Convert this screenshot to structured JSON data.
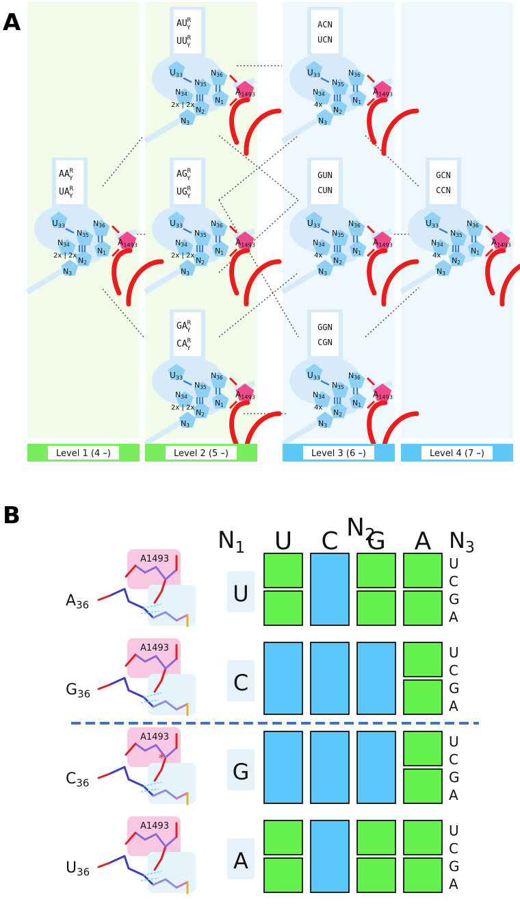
{
  "panel_a": {
    "label": "A",
    "levels": [
      {
        "label": "Level 1 (4",
        "suffix": ")",
        "color": "#79ed5b"
      },
      {
        "label": "Level 2 (5",
        "suffix": ")",
        "color": "#79ed5b"
      },
      {
        "label": "Level 3 (6",
        "suffix": ")",
        "color": "#5ec8f7"
      },
      {
        "label": "Level 4 (7",
        "suffix": ")",
        "color": "#5ec8f7"
      }
    ],
    "level_tick_color": "#1f63c4",
    "bg_colors": {
      "green": "#f2fbe9",
      "blue": "#eef8fd"
    },
    "colors": {
      "pentagon": "#8fd1f2",
      "cloud": "#d7eafa",
      "a1493": "#f0498c",
      "red": "#ec1c1c",
      "bond": "#3a7fd1"
    },
    "nodes": [
      {
        "codon_a": "AA",
        "codon_b": "UA",
        "sup": "R",
        "sub": "Y",
        "u33": "U",
        "u33n": "33",
        "n34": "N",
        "n34n": "34",
        "n35": "N",
        "n35n": "35",
        "n36": "N",
        "n36n": "36",
        "n1": "N",
        "n1n": "1",
        "n2": "N",
        "n2n": "2",
        "n3": "N",
        "n3n": "3",
        "a": "A",
        "an": "1493",
        "mult": "2x | 2x",
        "bonds": 2
      },
      {
        "codon_a": "AU",
        "codon_b": "UU",
        "sup": "R",
        "sub": "Y",
        "u33": "U",
        "u33n": "33",
        "n34": "N",
        "n34n": "34",
        "n35": "N",
        "n35n": "35",
        "n36": "N",
        "n36n": "36",
        "n1": "N",
        "n1n": "1",
        "n2": "N",
        "n2n": "2",
        "n3": "N",
        "n3n": "3",
        "a": "A",
        "an": "1493",
        "mult": "2x | 2x",
        "bonds": 2
      },
      {
        "codon_a": "AG",
        "codon_b": "UG",
        "sup": "R",
        "sub": "Y",
        "u33": "U",
        "u33n": "33",
        "n34": "N",
        "n34n": "34",
        "n35": "N",
        "n35n": "35",
        "n36": "N",
        "n36n": "36",
        "n1": "N",
        "n1n": "1",
        "n2": "N",
        "n2n": "2",
        "n3": "N",
        "n3n": "3",
        "a": "A",
        "an": "1493",
        "mult": "2x | 2x",
        "bonds": 2
      },
      {
        "codon_a": "GA",
        "codon_b": "CA",
        "sup": "R",
        "sub": "Y",
        "u33": "U",
        "u33n": "33",
        "n34": "N",
        "n34n": "34",
        "n35": "N",
        "n35n": "35",
        "n36": "N",
        "n36n": "36",
        "n1": "N",
        "n1n": "1",
        "n2": "N",
        "n2n": "2",
        "n3": "N",
        "n3n": "3",
        "a": "A",
        "an": "1493",
        "mult": "2x | 2x",
        "bonds": 3
      },
      {
        "codon_a": "ACN",
        "codon_b": "UCN",
        "sup": "",
        "sub": "",
        "u33": "U",
        "u33n": "33",
        "n34": "N",
        "n34n": "34",
        "n35": "N",
        "n35n": "35",
        "n36": "N",
        "n36n": "36",
        "n1": "N",
        "n1n": "1",
        "n2": "N",
        "n2n": "2",
        "n3": "N",
        "n3n": "3",
        "a": "A",
        "an": "1493",
        "mult": "4x",
        "bonds": 3
      },
      {
        "codon_a": "GUN",
        "codon_b": "CUN",
        "sup": "",
        "sub": "",
        "u33": "U",
        "u33n": "33",
        "n34": "N",
        "n34n": "34",
        "n35": "N",
        "n35n": "35",
        "n36": "N",
        "n36n": "36",
        "n1": "N",
        "n1n": "1",
        "n2": "N",
        "n2n": "2",
        "n3": "N",
        "n3n": "3",
        "a": "A",
        "an": "1493",
        "mult": "4x",
        "bonds": 3
      },
      {
        "codon_a": "GGN",
        "codon_b": "CGN",
        "sup": "",
        "sub": "",
        "u33": "U",
        "u33n": "33",
        "n34": "N",
        "n34n": "34",
        "n35": "N",
        "n35n": "35",
        "n36": "N",
        "n36n": "36",
        "n1": "N",
        "n1n": "1",
        "n2": "N",
        "n2n": "2",
        "n3": "N",
        "n3n": "3",
        "a": "A",
        "an": "1493",
        "mult": "4x",
        "bonds": 3
      },
      {
        "codon_a": "GCN",
        "codon_b": "CCN",
        "sup": "",
        "sub": "",
        "u33": "U",
        "u33n": "33",
        "n34": "N",
        "n34n": "34",
        "n35": "N",
        "n35n": "35",
        "n36": "N",
        "n36n": "36",
        "n1": "N",
        "n1n": "1",
        "n2": "N",
        "n2n": "2",
        "n3": "N",
        "n3n": "3",
        "a": "A",
        "an": "1493",
        "mult": "4x",
        "bonds": 3
      }
    ],
    "edges": [
      [
        0,
        1
      ],
      [
        0,
        2
      ],
      [
        0,
        3
      ],
      [
        1,
        4
      ],
      [
        1,
        5
      ],
      [
        2,
        4
      ],
      [
        2,
        6
      ],
      [
        3,
        5
      ],
      [
        3,
        6
      ],
      [
        4,
        7
      ],
      [
        5,
        7
      ],
      [
        6,
        7
      ],
      [
        1,
        5
      ],
      [
        2,
        5
      ]
    ]
  },
  "panel_b": {
    "label": "B",
    "n2_main": "N",
    "n2_sub": "2",
    "n1_main": "N",
    "n1_sub": "1",
    "n3_main": "N",
    "n3_sub": "3",
    "col_letters": [
      "U",
      "C",
      "G",
      "A"
    ],
    "third_letters": [
      "U",
      "C",
      "G",
      "A"
    ],
    "green": "#66f24d",
    "blue": "#5bc8fb",
    "divider_color": "#3f74c4",
    "rows": [
      {
        "letter": "U",
        "residue": "A",
        "residue_num": "36",
        "label": "A1493",
        "cells": [
          "split-green",
          "blue",
          "split-green",
          "split-green"
        ]
      },
      {
        "letter": "C",
        "residue": "G",
        "residue_num": "36",
        "label": "A1493",
        "cells": [
          "blue",
          "blue",
          "blue",
          "split-green"
        ]
      },
      {
        "letter": "G",
        "residue": "C",
        "residue_num": "36",
        "label": "A1493",
        "cells": [
          "blue",
          "blue",
          "blue",
          "split-green"
        ]
      },
      {
        "letter": "A",
        "residue": "U",
        "residue_num": "36",
        "label": "A1493",
        "cells": [
          "split-green",
          "blue",
          "split-green",
          "split-green"
        ]
      }
    ],
    "star": "*"
  }
}
